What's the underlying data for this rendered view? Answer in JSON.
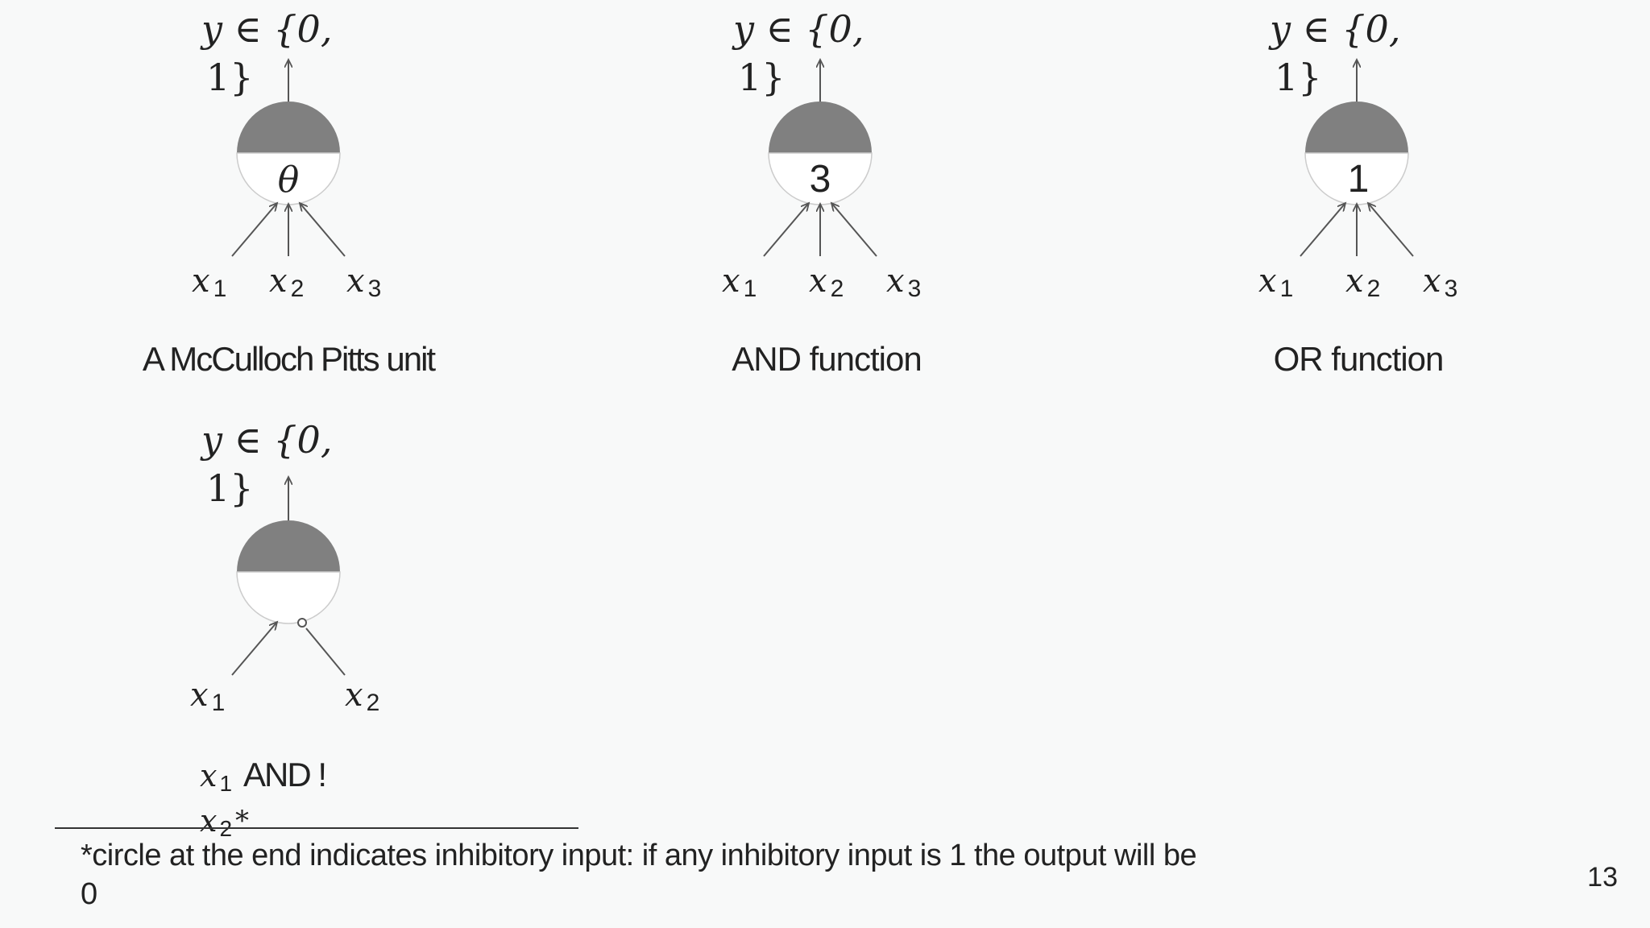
{
  "units": [
    {
      "id": "generic",
      "output_label_line1": "y ∈ {0,",
      "output_label_line2": "1}",
      "threshold": "θ",
      "inputs": [
        {
          "base": "x",
          "sub": "1"
        },
        {
          "base": "x",
          "sub": "2"
        },
        {
          "base": "x",
          "sub": "3"
        }
      ],
      "caption": "A McCulloch Pitts unit"
    },
    {
      "id": "and",
      "output_label_line1": "y ∈ {0,",
      "output_label_line2": "1}",
      "threshold": "3",
      "inputs": [
        {
          "base": "x",
          "sub": "1"
        },
        {
          "base": "x",
          "sub": "2"
        },
        {
          "base": "x",
          "sub": "3"
        }
      ],
      "caption": "AND function"
    },
    {
      "id": "or",
      "output_label_line1": "y ∈ {0,",
      "output_label_line2": "1}",
      "threshold": "1",
      "inputs": [
        {
          "base": "x",
          "sub": "1"
        },
        {
          "base": "x",
          "sub": "2"
        },
        {
          "base": "x",
          "sub": "3"
        }
      ],
      "caption": "OR function"
    },
    {
      "id": "and-not",
      "output_label_line1": "y ∈ {0,",
      "output_label_line2": "1}",
      "threshold": "",
      "inputs": [
        {
          "base": "x",
          "sub": "1",
          "inhibitory": false
        },
        {
          "base": "x",
          "sub": "2",
          "inhibitory": true
        }
      ],
      "caption_part1_base": "x",
      "caption_part1_sub": "1",
      "caption_mid": "AND !",
      "caption_part2_base": "x",
      "caption_part2_sub": "2",
      "caption_star": "*"
    }
  ],
  "footnote": {
    "line1": "*circle at the end indicates inhibitory input: if any inhibitory input is 1 the output will be",
    "line2": "0"
  },
  "page_number": "13",
  "colors": {
    "neuron_top": "#808080",
    "neuron_bottom": "#ffffff",
    "neuron_border": "#cccccc",
    "arrow": "#555555",
    "text": "#222222",
    "background": "#f8f9f9"
  }
}
